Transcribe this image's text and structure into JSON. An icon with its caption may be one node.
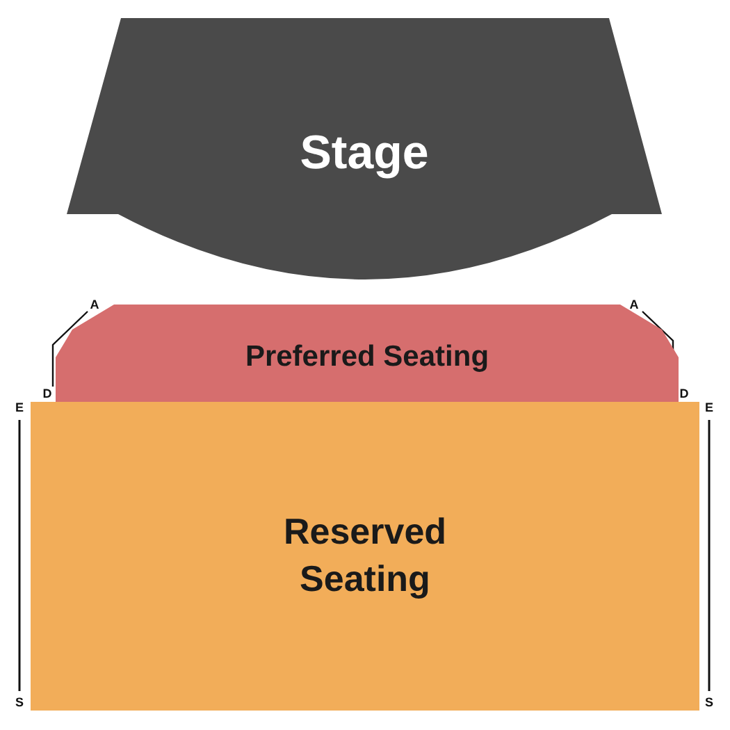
{
  "diagram": {
    "nodes": [
      {
        "text": [
          "Stage"
        ]
      },
      {
        "text": [
          "Preferred Seating"
        ]
      },
      {
        "text": [
          "Reserved Seating"
        ]
      }
    ],
    "labels": [
      "A",
      "A",
      "D",
      "D",
      "E",
      "E",
      "S",
      "S"
    ]
  }
}
